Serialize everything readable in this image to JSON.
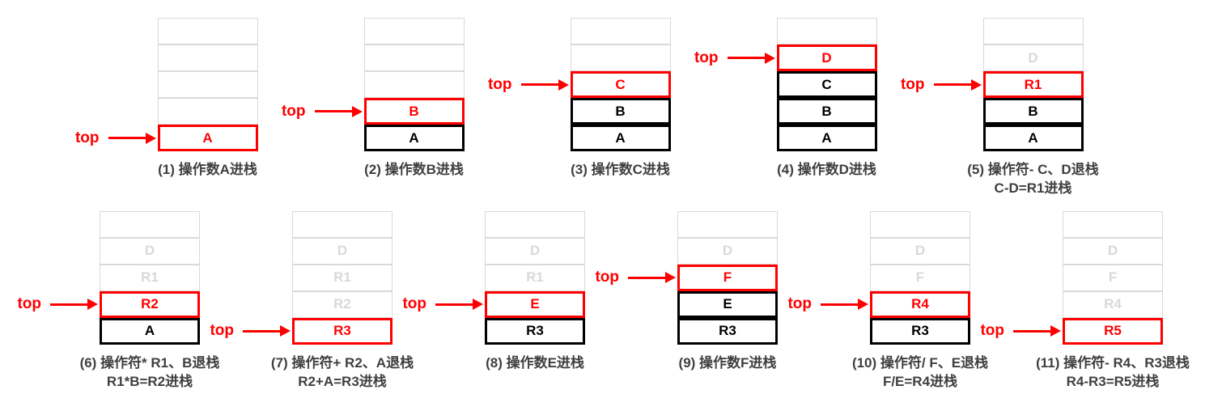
{
  "pointer_label": "top",
  "colors": {
    "accent_red": "#ff0000",
    "cell_black": "#000000",
    "ghost_gray": "#d9d9d9",
    "caption_gray": "#3f3f3f",
    "background": "#ffffff"
  },
  "rows": [
    {
      "panels": [
        {
          "id": 1,
          "caption_lines": [
            "(1) 操作数A进栈"
          ],
          "top_index": 4,
          "cells": [
            {
              "label": "",
              "state": "empty"
            },
            {
              "label": "",
              "state": "empty"
            },
            {
              "label": "",
              "state": "empty"
            },
            {
              "label": "",
              "state": "empty"
            },
            {
              "label": "A",
              "state": "active"
            }
          ]
        },
        {
          "id": 2,
          "caption_lines": [
            "(2) 操作数B进栈"
          ],
          "top_index": 3,
          "cells": [
            {
              "label": "",
              "state": "empty"
            },
            {
              "label": "",
              "state": "empty"
            },
            {
              "label": "",
              "state": "empty"
            },
            {
              "label": "B",
              "state": "active"
            },
            {
              "label": "A",
              "state": "filled"
            }
          ]
        },
        {
          "id": 3,
          "caption_lines": [
            "(3) 操作数C进栈"
          ],
          "top_index": 2,
          "cells": [
            {
              "label": "",
              "state": "empty"
            },
            {
              "label": "",
              "state": "empty"
            },
            {
              "label": "C",
              "state": "active"
            },
            {
              "label": "B",
              "state": "filled"
            },
            {
              "label": "A",
              "state": "filled"
            }
          ]
        },
        {
          "id": 4,
          "caption_lines": [
            "(4) 操作数D进栈"
          ],
          "top_index": 1,
          "cells": [
            {
              "label": "",
              "state": "empty"
            },
            {
              "label": "D",
              "state": "active"
            },
            {
              "label": "C",
              "state": "filled"
            },
            {
              "label": "B",
              "state": "filled"
            },
            {
              "label": "A",
              "state": "filled"
            }
          ]
        },
        {
          "id": 5,
          "caption_lines": [
            "(5) 操作符- C、D退栈",
            "C-D=R1进栈"
          ],
          "top_index": 2,
          "cells": [
            {
              "label": "",
              "state": "empty"
            },
            {
              "label": "D",
              "state": "ghost"
            },
            {
              "label": "R1",
              "state": "active"
            },
            {
              "label": "B",
              "state": "filled"
            },
            {
              "label": "A",
              "state": "filled"
            }
          ]
        }
      ]
    },
    {
      "panels": [
        {
          "id": 6,
          "caption_lines": [
            "(6) 操作符* R1、B退栈",
            "R1*B=R2进栈"
          ],
          "top_index": 3,
          "cells": [
            {
              "label": "",
              "state": "empty"
            },
            {
              "label": "D",
              "state": "ghost"
            },
            {
              "label": "R1",
              "state": "ghost"
            },
            {
              "label": "R2",
              "state": "active"
            },
            {
              "label": "A",
              "state": "filled"
            }
          ]
        },
        {
          "id": 7,
          "caption_lines": [
            "(7) 操作符+ R2、A退栈",
            "R2+A=R3进栈"
          ],
          "top_index": 4,
          "cells": [
            {
              "label": "",
              "state": "empty"
            },
            {
              "label": "D",
              "state": "ghost"
            },
            {
              "label": "R1",
              "state": "ghost"
            },
            {
              "label": "R2",
              "state": "ghost"
            },
            {
              "label": "R3",
              "state": "active"
            }
          ]
        },
        {
          "id": 8,
          "caption_lines": [
            "(8) 操作数E进栈"
          ],
          "top_index": 3,
          "cells": [
            {
              "label": "",
              "state": "empty"
            },
            {
              "label": "D",
              "state": "ghost"
            },
            {
              "label": "R1",
              "state": "ghost"
            },
            {
              "label": "E",
              "state": "active"
            },
            {
              "label": "R3",
              "state": "filled"
            }
          ]
        },
        {
          "id": 9,
          "caption_lines": [
            "(9) 操作数F进栈"
          ],
          "top_index": 2,
          "cells": [
            {
              "label": "",
              "state": "empty"
            },
            {
              "label": "D",
              "state": "ghost"
            },
            {
              "label": "F",
              "state": "active"
            },
            {
              "label": "E",
              "state": "filled"
            },
            {
              "label": "R3",
              "state": "filled"
            }
          ]
        },
        {
          "id": 10,
          "caption_lines": [
            "(10) 操作符/ F、E退栈",
            "F/E=R4进栈"
          ],
          "top_index": 3,
          "cells": [
            {
              "label": "",
              "state": "empty"
            },
            {
              "label": "D",
              "state": "ghost"
            },
            {
              "label": "F",
              "state": "ghost"
            },
            {
              "label": "R4",
              "state": "active"
            },
            {
              "label": "R3",
              "state": "filled"
            }
          ]
        },
        {
          "id": 11,
          "caption_lines": [
            "(11) 操作符- R4、R3退栈",
            "R4-R3=R5进栈"
          ],
          "top_index": 4,
          "cells": [
            {
              "label": "",
              "state": "empty"
            },
            {
              "label": "D",
              "state": "ghost"
            },
            {
              "label": "F",
              "state": "ghost"
            },
            {
              "label": "R4",
              "state": "ghost"
            },
            {
              "label": "R5",
              "state": "active"
            }
          ]
        }
      ]
    }
  ]
}
